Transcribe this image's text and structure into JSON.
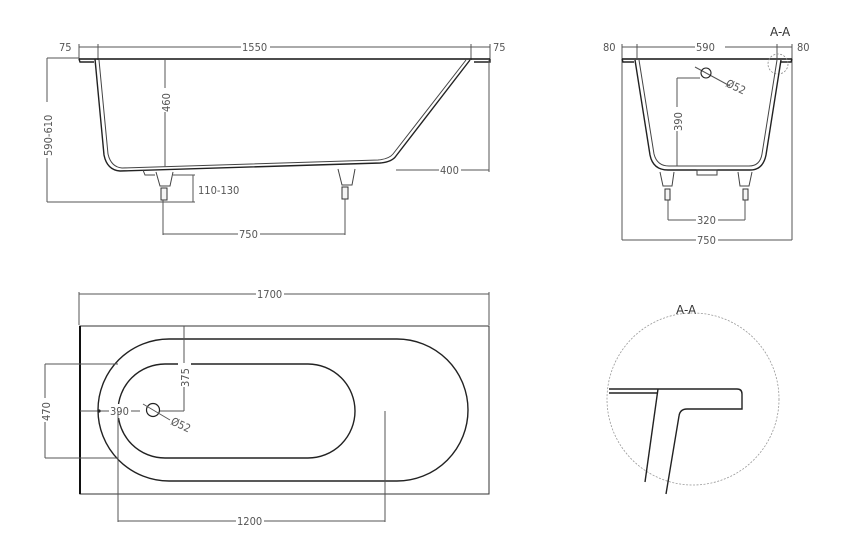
{
  "side_view": {
    "dim_left_flange": "75",
    "dim_inner_length": "1550",
    "dim_right_flange": "75",
    "dim_total_height": "590-610",
    "dim_depth": "460",
    "dim_slope_base": "400",
    "dim_leg_height": "110-130",
    "dim_leg_spacing": "750"
  },
  "section_view": {
    "title": "A-A",
    "dim_left_flange": "80",
    "dim_inner_width": "590",
    "dim_right_flange": "80",
    "dim_overflow_diameter": "Ø52",
    "dim_overflow_height": "390",
    "dim_leg_spacing": "320",
    "dim_total_width": "750"
  },
  "top_view": {
    "dim_total_length": "1700",
    "dim_width": "470",
    "dim_drain_offset": "390",
    "dim_drain_to_edge": "375",
    "dim_drain_diameter": "Ø52",
    "dim_inner_length": "1200"
  },
  "detail_view": {
    "title": "A-A"
  }
}
